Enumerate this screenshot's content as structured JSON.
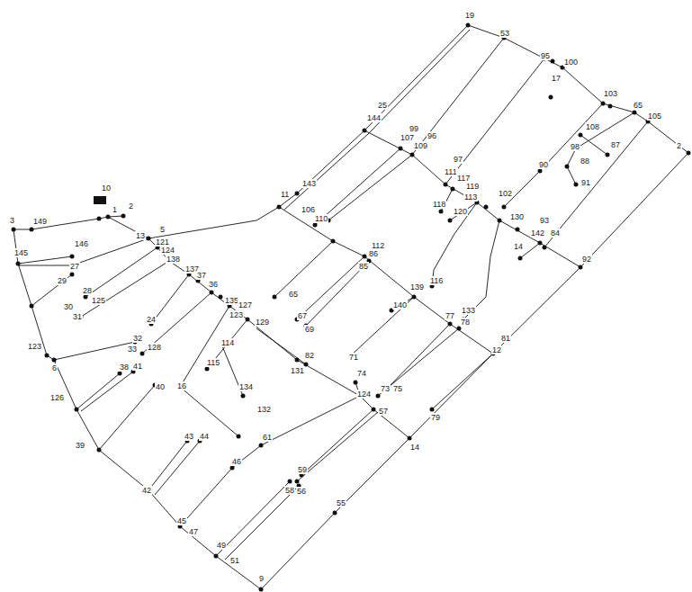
{
  "diagram": {
    "labels": [
      "10",
      "19",
      "53",
      "95",
      "100",
      "17",
      "103",
      "25",
      "144",
      "99",
      "96",
      "107",
      "109",
      "65",
      "105",
      "108",
      "87",
      "97",
      "98",
      "143",
      "11",
      "111",
      "117",
      "88",
      "90",
      "149",
      "2",
      "1",
      "2",
      "106",
      "110",
      "118",
      "113",
      "102",
      "91",
      "119",
      "120",
      "3",
      "5",
      "130",
      "93",
      "142",
      "84",
      "146",
      "13",
      "112",
      "14",
      "145",
      "121",
      "124",
      "138",
      "27",
      "29",
      "137",
      "92",
      "37",
      "36",
      "86",
      "85",
      "116",
      "28",
      "125",
      "30",
      "31",
      "135",
      "127",
      "139",
      "140",
      "133",
      "24",
      "123",
      "129",
      "77",
      "65",
      "67",
      "69",
      "78",
      "123",
      "32",
      "33",
      "128",
      "114",
      "6",
      "38",
      "41",
      "82",
      "81",
      "12",
      "71",
      "131",
      "115",
      "40",
      "74",
      "16",
      "134",
      "73",
      "75",
      "124",
      "126",
      "57",
      "132",
      "79",
      "14",
      "39",
      "43",
      "44",
      "61",
      "46",
      "59",
      "58",
      "56",
      "42",
      "55",
      "45",
      "47",
      "49",
      "51",
      "9"
    ]
  }
}
